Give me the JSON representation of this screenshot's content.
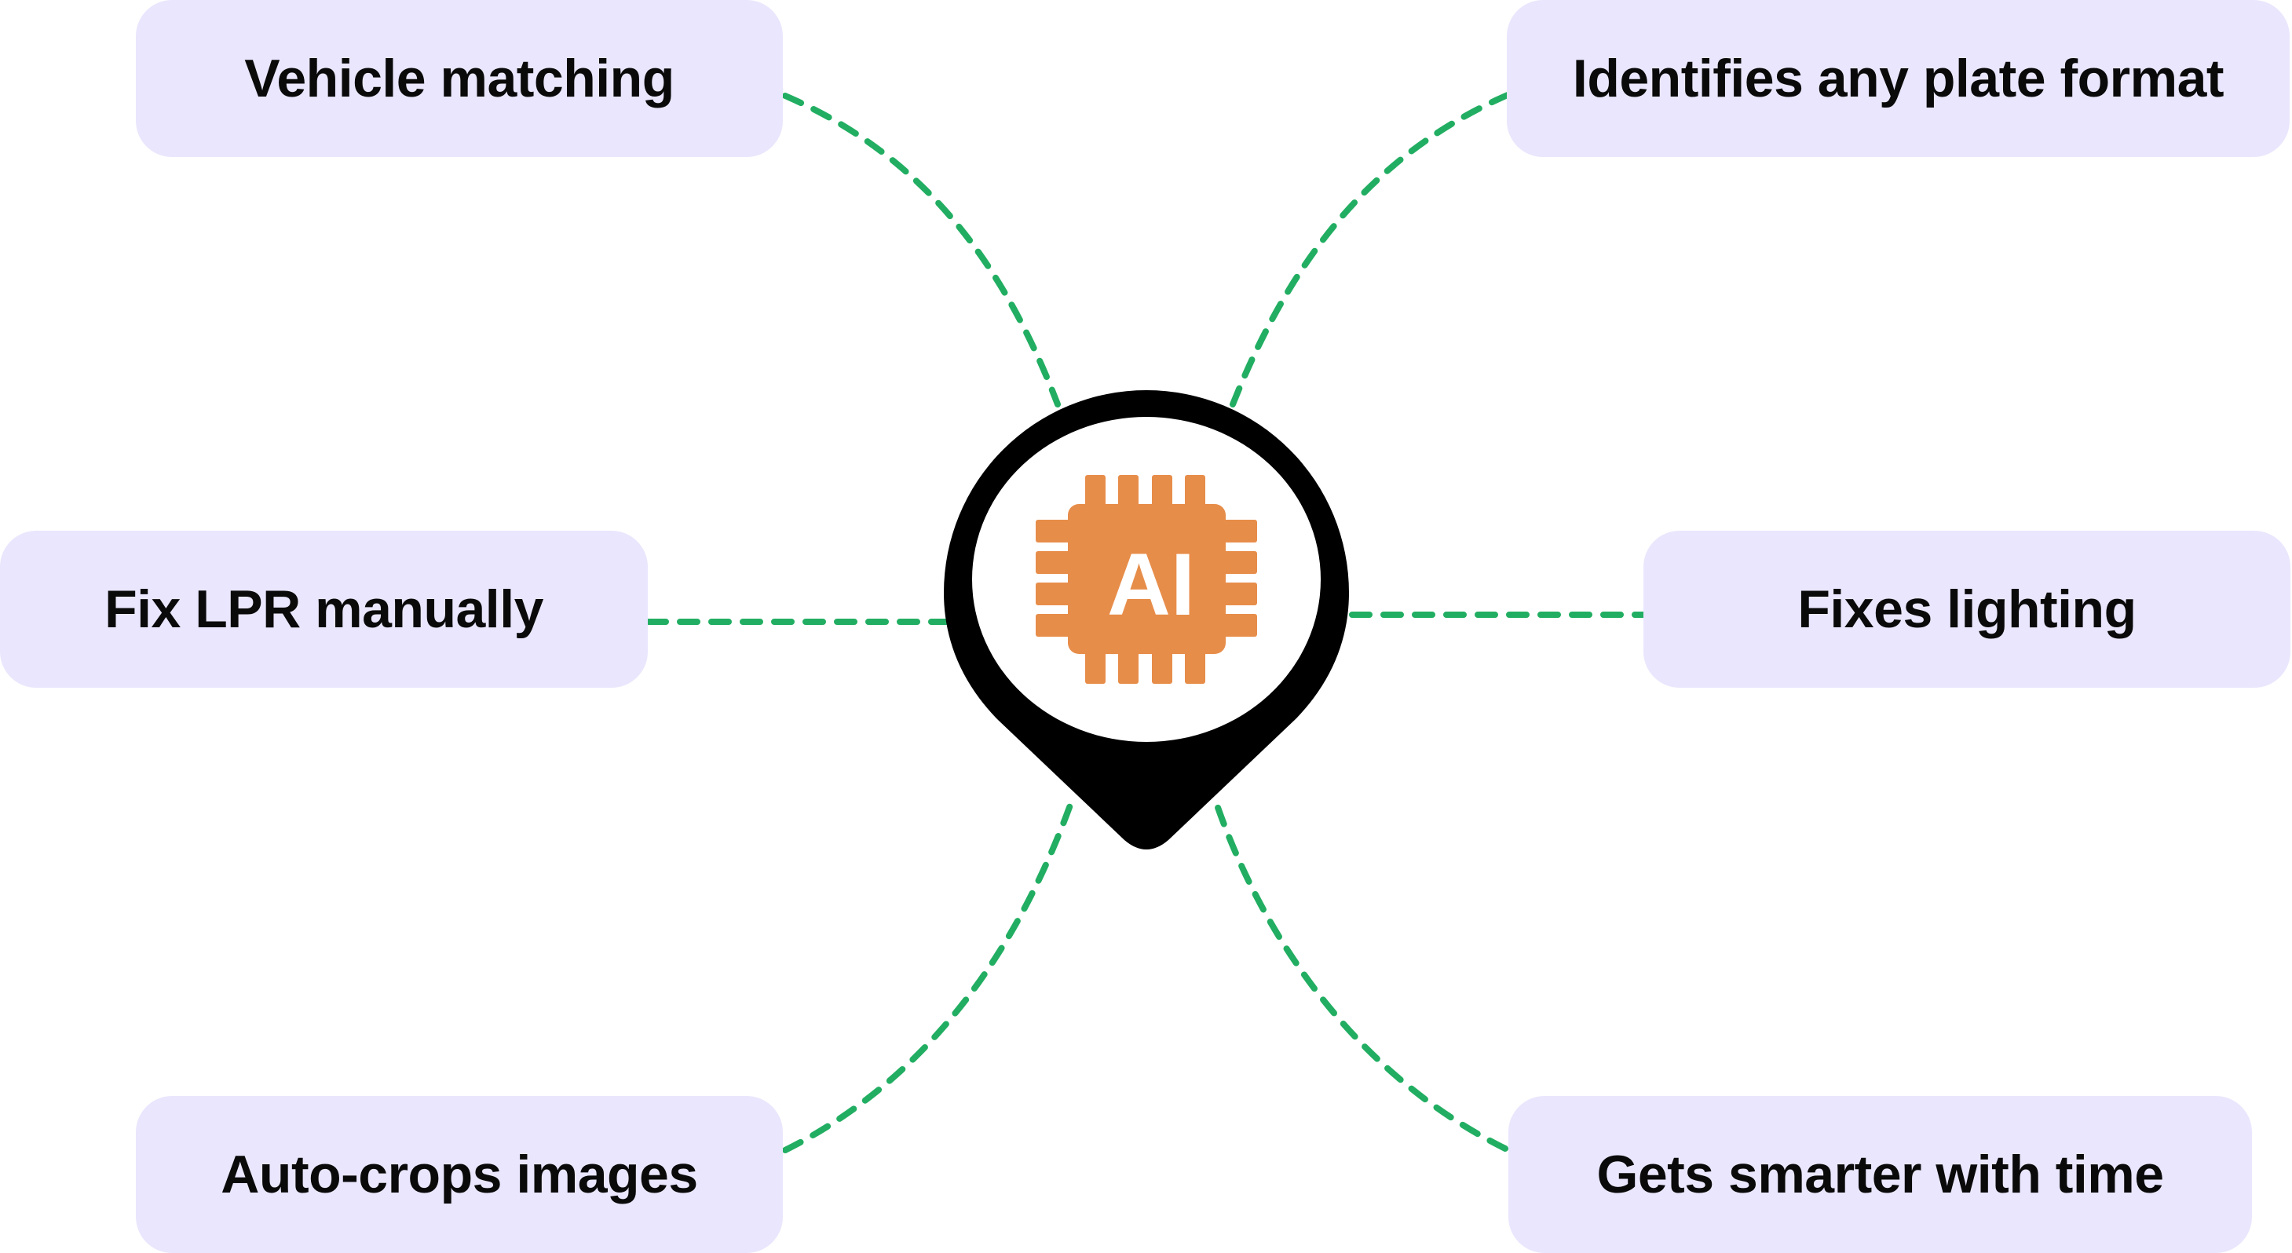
{
  "diagram": {
    "center": {
      "label": "AI",
      "icon": "ai-chip-pin-icon",
      "colors": {
        "pin": "#000000",
        "chip": "#E78D4A",
        "chip_text": "#FFFFFF"
      }
    },
    "features": [
      {
        "id": "top-left",
        "label": "Vehicle matching"
      },
      {
        "id": "top-right",
        "label": "Identifies any plate format"
      },
      {
        "id": "middle-left",
        "label": "Fix LPR manually"
      },
      {
        "id": "middle-right",
        "label": "Fixes lighting"
      },
      {
        "id": "bottom-left",
        "label": "Auto-crops images"
      },
      {
        "id": "bottom-right",
        "label": "Gets smarter with time"
      }
    ],
    "colors": {
      "box_fill": "#EAE6FD",
      "connector": "#22AE62",
      "text": "#0A0A0A"
    }
  }
}
